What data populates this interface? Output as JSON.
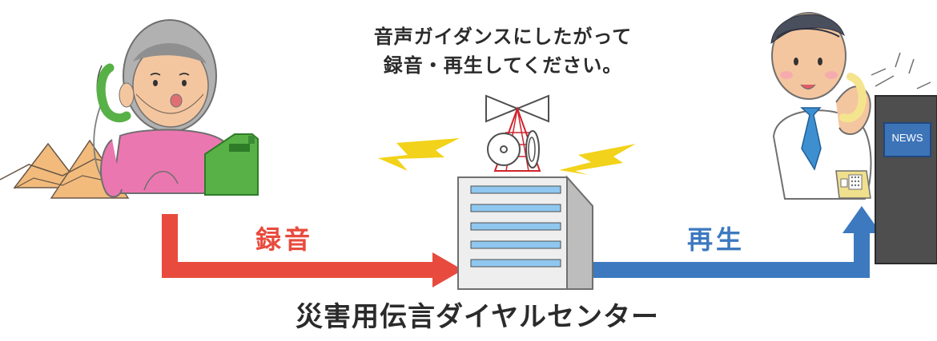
{
  "guidance": {
    "line1": "音声ガイダンスにしたがって",
    "line2": "録音・再生してください。"
  },
  "labels": {
    "record": "録音",
    "play": "再生"
  },
  "center_title": "災害用伝言ダイヤルセンター",
  "tv_label": "NEWS",
  "colors": {
    "record_arrow": "#e84b3d",
    "play_arrow": "#3d79bf",
    "signal": "#f2d21a",
    "building_window": "#8fc7ef",
    "phone_green": "#58b146",
    "tv_screen": "#3d74b8"
  },
  "icons": [
    "elderly-woman-on-phone-icon",
    "green-telephone-icon",
    "pyramids-icon",
    "antenna-tower-icon",
    "data-center-building-icon",
    "man-on-phone-icon",
    "desk-phone-icon",
    "news-tv-icon"
  ]
}
